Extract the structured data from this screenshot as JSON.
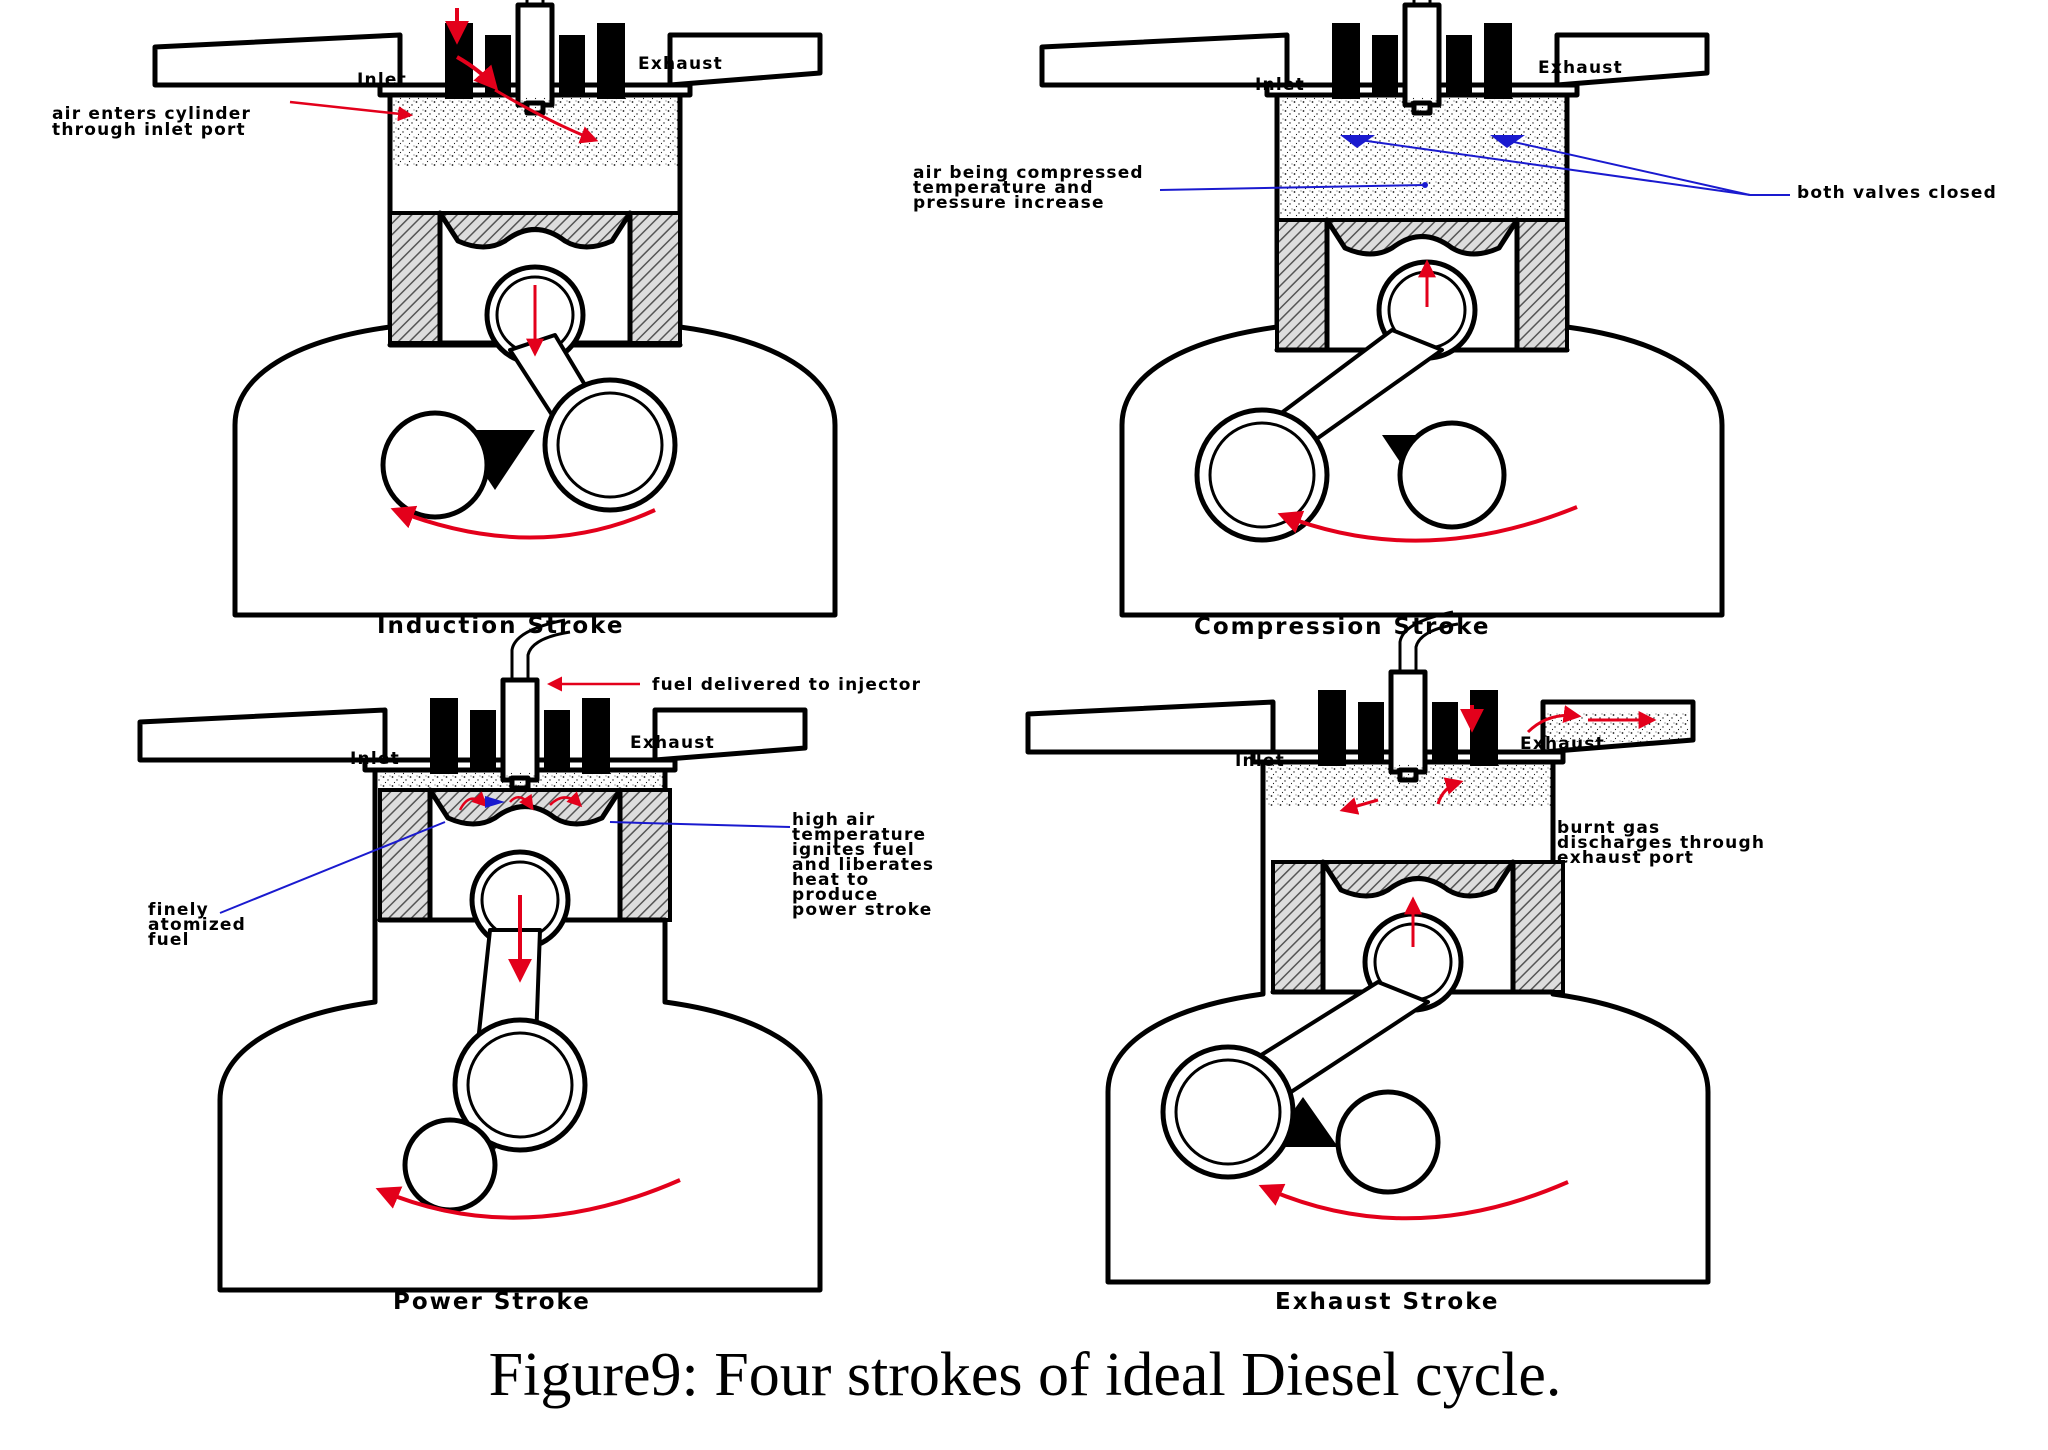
{
  "caption": "Figure9: Four strokes of ideal Diesel cycle.",
  "panels": [
    {
      "id": "induction",
      "title": "Induction Stroke",
      "labels": {
        "inlet": "Inlet",
        "exhaust": "Exhaust",
        "note_line1": "air enters cylinder",
        "note_line2": "through inlet port"
      }
    },
    {
      "id": "compression",
      "title": "Compression  Stroke",
      "labels": {
        "inlet": "Inlet",
        "exhaust": "Exhaust",
        "note_line1": "air being compressed",
        "note_line2": "temperature and",
        "note_line3": "pressure increase",
        "valves": "both valves closed"
      }
    },
    {
      "id": "power",
      "title": "Power Stroke",
      "labels": {
        "inlet": "Inlet",
        "exhaust": "Exhaust",
        "fuel_delivered": "fuel delivered to injector",
        "high_line1": "high air",
        "high_line2": "temperature",
        "high_line3": "ignites fuel",
        "high_line4": "and liberates",
        "high_line5": "heat to",
        "high_line6": "produce",
        "high_line7": "power stroke",
        "finely_line1": "finely",
        "finely_line2": "atomized",
        "finely_line3": "fuel"
      }
    },
    {
      "id": "exhaust",
      "title": "Exhaust Stroke",
      "labels": {
        "inlet": "Inlet",
        "exhaust": "Exhaust",
        "note_line1": "burnt gas",
        "note_line2": "discharges through",
        "note_line3": "exhaust port"
      }
    }
  ],
  "colors": {
    "arrow_red": "#e3001b",
    "leader_blue": "#1a1acf",
    "outline": "#000000"
  }
}
